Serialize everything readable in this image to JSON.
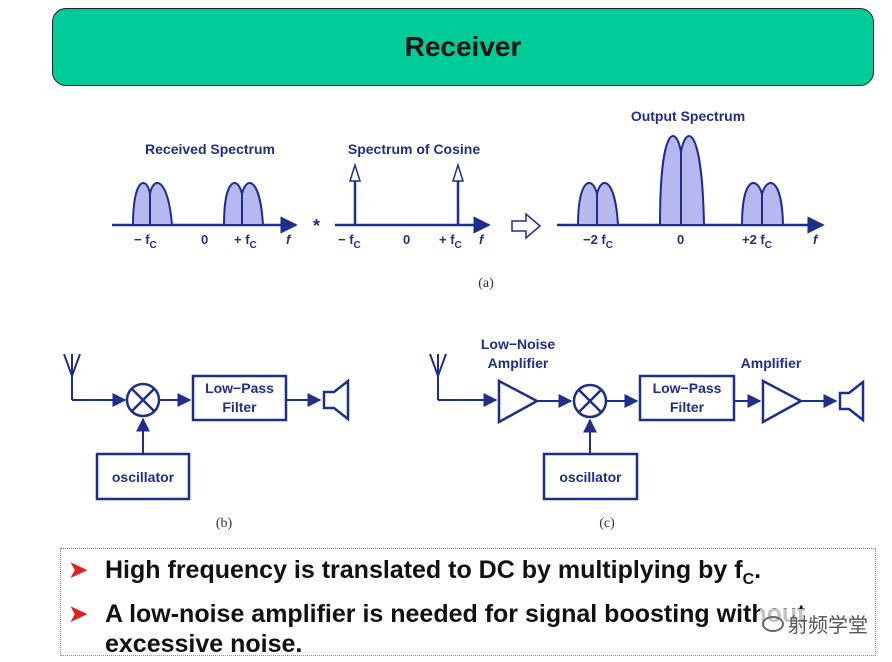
{
  "header": {
    "title": "Receiver"
  },
  "panel_a": {
    "received_title": "Received  Spectrum",
    "cosine_title": "Spectrum of Cosine",
    "output_title": "Output Spectrum",
    "received_ticks": [
      "− f",
      "0",
      "+ f",
      "f"
    ],
    "cosine_ticks": [
      "− f",
      "0",
      "+ f",
      "f"
    ],
    "output_ticks": [
      "−2 f",
      "0",
      "+2 f",
      "f"
    ],
    "subscript": "C",
    "convolve_symbol": "*",
    "caption": "(a)"
  },
  "panel_b": {
    "lowpass_line1": "Low−Pass",
    "lowpass_line2": "Filter",
    "oscillator": "oscillator",
    "caption": "(b)"
  },
  "panel_c": {
    "lna_line1": "Low−Noise",
    "lna_line2": "Amplifier",
    "lowpass_line1": "Low−Pass",
    "lowpass_line2": "Filter",
    "amplifier": "Amplifier",
    "oscillator": "oscillator",
    "caption": "(c)"
  },
  "notes": {
    "line1_main": "High frequency is translated to DC by multiplying by f",
    "line1_sub": "C",
    "line1_end": ".",
    "line2": "A low-noise amplifier is needed for signal boosting without excessive noise."
  },
  "watermark": {
    "text": "射频学堂"
  },
  "colors": {
    "header_bg": "#00cc99",
    "diagram": "#1f2e8c",
    "spectrum_fill": "#b8b8f0",
    "bullet": "#e02020"
  }
}
